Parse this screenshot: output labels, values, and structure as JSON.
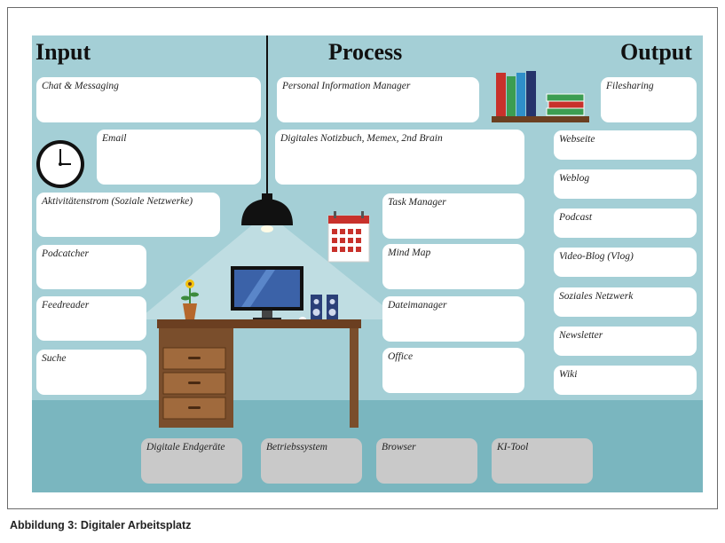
{
  "headings": {
    "input": "Input",
    "process": "Process",
    "output": "Output"
  },
  "input_items": [
    "Chat & Messaging",
    "Email",
    "Aktivitätenstrom (Soziale Netzwerke)",
    "Podcatcher",
    "Feedreader",
    "Suche"
  ],
  "process_items": [
    "Personal Information Manager",
    "Digitales Notizbuch, Memex, 2nd Brain",
    "Task Manager",
    "Mind Map",
    "Dateimanager",
    "Office"
  ],
  "output_items": [
    "Filesharing",
    "Webseite",
    "Weblog",
    "Podcast",
    "Video-Blog (Vlog)",
    "Soziales Netzwerk",
    "Newsletter",
    "Wiki"
  ],
  "infrastructure_items": [
    "Digitale Endgeräte",
    "Betriebssystem",
    "Browser",
    "KI-Tool"
  ],
  "caption": "Abbildung 3: Digitaler Arbeitsplatz",
  "colors": {
    "background": "#a4cfd6",
    "floor": "#7ab6bf",
    "box": "#ffffff",
    "infrastructure_box": "#c9c9c9",
    "desk": "#7a4e2c",
    "screen": "#3b62a8"
  },
  "icons": [
    "wall-clock-icon",
    "desk-lamp-icon",
    "calendar-icon",
    "bookshelf-icon",
    "monitor-icon",
    "plant-icon",
    "speaker-icon",
    "desk-icon"
  ]
}
